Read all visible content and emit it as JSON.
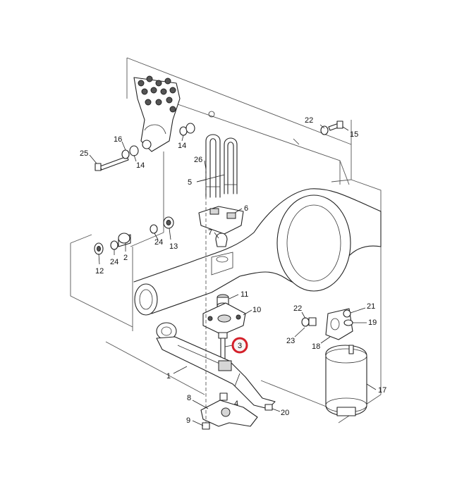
{
  "callouts": {
    "c1": "1",
    "c2": "2",
    "c3": "3",
    "c4": "4",
    "c5": "5",
    "c6": "6",
    "c7": "7",
    "c8": "8",
    "c9": "9",
    "c10": "10",
    "c11": "11",
    "c12": "12",
    "c13": "13",
    "c14a": "14",
    "c14b": "14",
    "c15": "15",
    "c16": "16",
    "c17": "17",
    "c18": "18",
    "c19": "19",
    "c20": "20",
    "c21": "21",
    "c22a": "22",
    "c22b": "22",
    "c23": "23",
    "c24a": "24",
    "c24b": "24",
    "c25": "25",
    "c26": "26"
  },
  "highlight": {
    "color": "#d4202a",
    "part": "3"
  },
  "colors": {
    "line": "#222222",
    "shade": "#d6d6d6",
    "background": "#ffffff"
  }
}
